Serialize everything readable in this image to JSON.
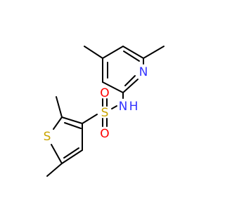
{
  "molecule": {
    "atoms": {
      "N_pyridine": "N",
      "N_amide": "N",
      "H_amide": "H",
      "S_sulfonyl": "S",
      "O_top": "O",
      "O_bottom": "O",
      "S_thiophene": "S"
    },
    "colors": {
      "nitrogen": "#3333ff",
      "oxygen": "#ff0000",
      "sulfur": "#c9a400",
      "bond": "#000000"
    }
  }
}
